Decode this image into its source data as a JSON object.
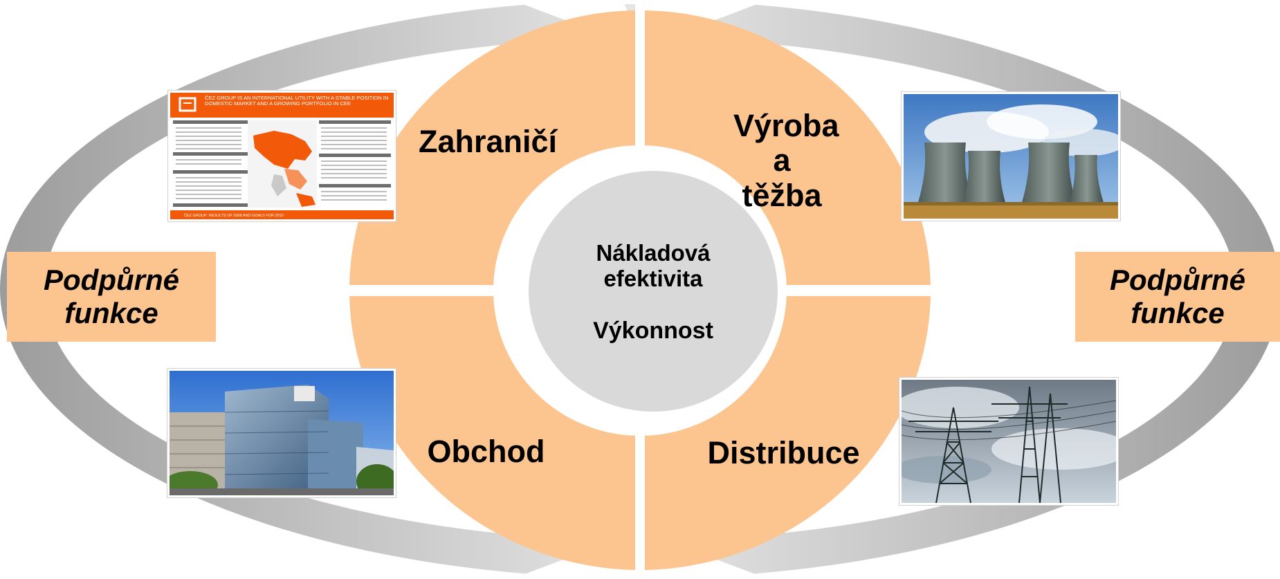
{
  "center": {
    "line1": "Nákladová",
    "line2": "efektivita",
    "line3": "Výkonnost"
  },
  "quadrants": {
    "top_left": "Zahraničí",
    "top_right_line1": "Výroba",
    "top_right_line2": "a těžba",
    "bottom_left": "Obchod",
    "bottom_right": "Distribuce"
  },
  "side_boxes": {
    "left_line1": "Podpůrné",
    "left_line2": "funkce",
    "right_line1": "Podpůrné",
    "right_line2": "funkce"
  },
  "slide_thumbnail": {
    "title": "ČEZ GROUP IS AN INTERNATIONAL UTILITY WITH A STABLE POSITION IN DOMESTIC MARKET AND A GROWING PORTFOLIO IN CEE",
    "footer": "ČEZ GROUP: RESULTS OF 2008 AND GOALS FOR 2010"
  },
  "colors": {
    "orange_fill": "#fcc590",
    "gray_outer": "#a6a6a6",
    "gray_center": "#d9d9d9",
    "slide_orange": "#f25a0a"
  },
  "images": {
    "top_left": "presentation-slide-thumbnail",
    "top_right": "cooling-towers-photo",
    "bottom_left": "office-building-photo",
    "bottom_right": "power-pylon-photo"
  }
}
